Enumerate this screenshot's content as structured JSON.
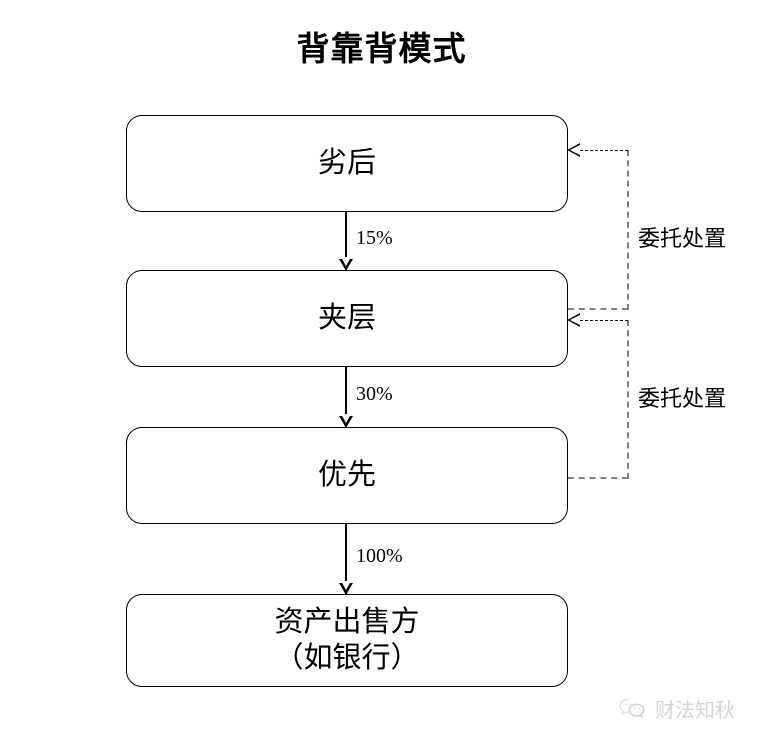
{
  "title": "背靠背模式",
  "nodes": [
    {
      "id": "subordinate",
      "label": "劣后"
    },
    {
      "id": "mezzanine",
      "label": "夹层"
    },
    {
      "id": "senior",
      "label": "优先"
    },
    {
      "id": "seller",
      "label": "资产出售方\n（如银行）"
    }
  ],
  "flow_edges": [
    {
      "from": "subordinate",
      "to": "mezzanine",
      "label": "15%"
    },
    {
      "from": "mezzanine",
      "to": "senior",
      "label": "30%"
    },
    {
      "from": "senior",
      "to": "seller",
      "label": "100%"
    }
  ],
  "feedback_edges": [
    {
      "from": "mezzanine",
      "to": "subordinate",
      "label": "委托处置",
      "style": "dashed"
    },
    {
      "from": "senior",
      "to": "mezzanine",
      "label": "委托处置",
      "style": "dashed"
    }
  ],
  "watermark": {
    "text": "财法知秋",
    "icon": "wechat-bubbles-icon"
  },
  "colors": {
    "background": "#ffffff",
    "stroke": "#000000",
    "dashed_stroke": "#808080",
    "watermark": "#9a9a9a"
  }
}
